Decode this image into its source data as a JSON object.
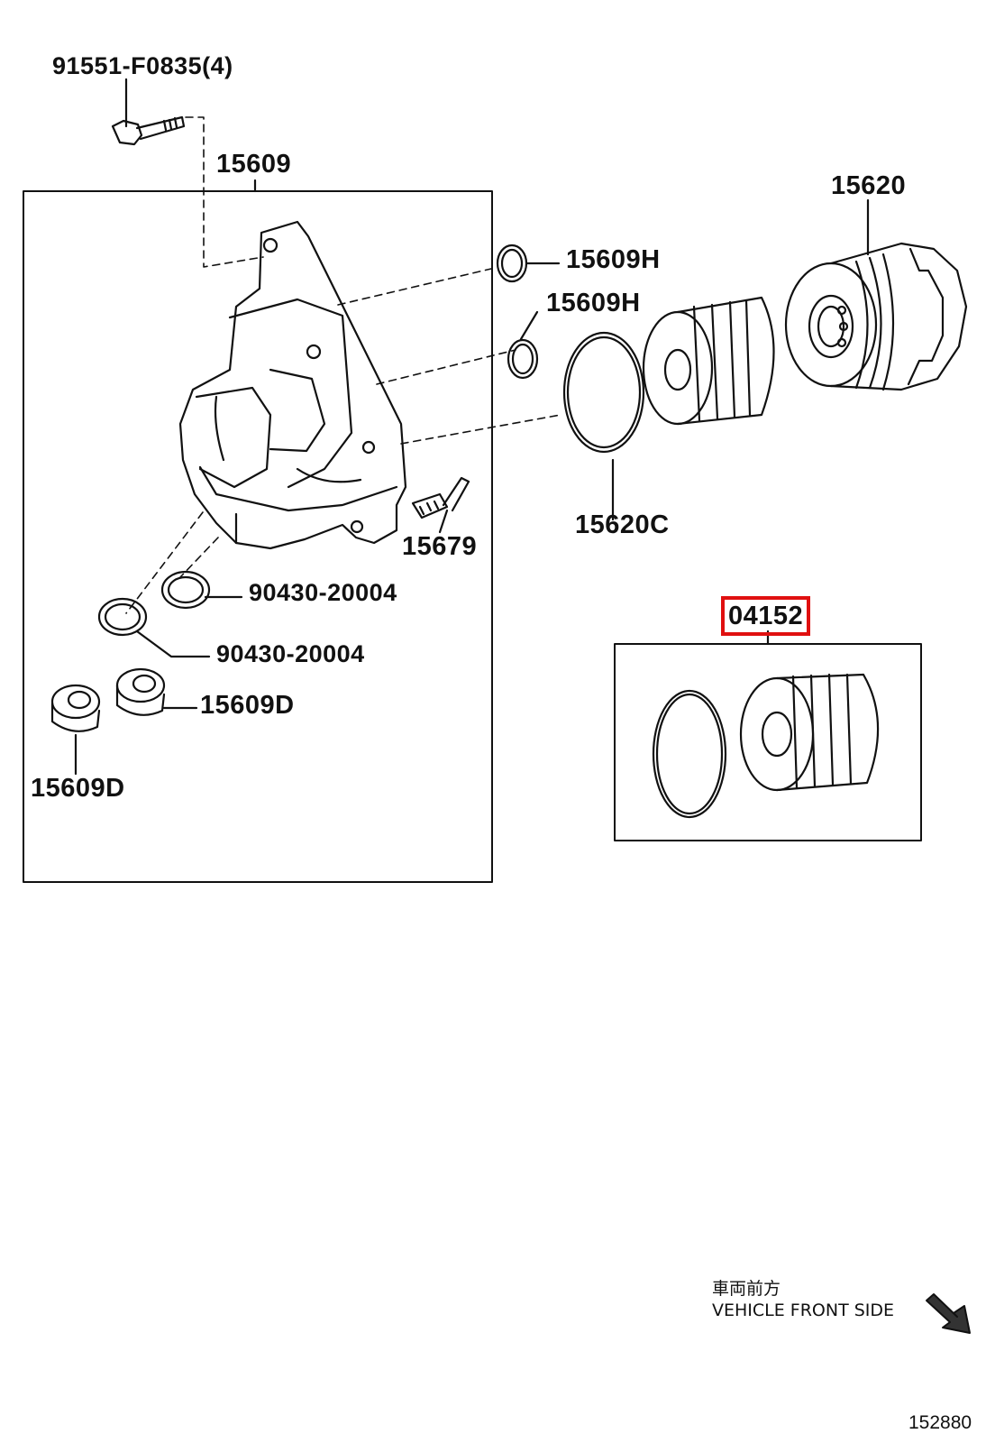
{
  "labels": {
    "bolt": "91551-F0835(4)",
    "housing": "15609",
    "cap": "15620",
    "oring_upper": "15609H",
    "oring_lower": "15609H",
    "filter_gasket": "15620C",
    "clip": "15679",
    "gasket_a": "90430-20004",
    "gasket_b": "90430-20004",
    "plug_a": "15609D",
    "plug_b": "15609D",
    "element_kit": "04152"
  },
  "highlighted_part": "04152",
  "highlight_color": "#e01010",
  "direction_note": {
    "jp": "車両前方",
    "en": "VEHICLE FRONT SIDE",
    "arrow_icon": "arrow-down-right-icon"
  },
  "diagram_ref": "152880"
}
